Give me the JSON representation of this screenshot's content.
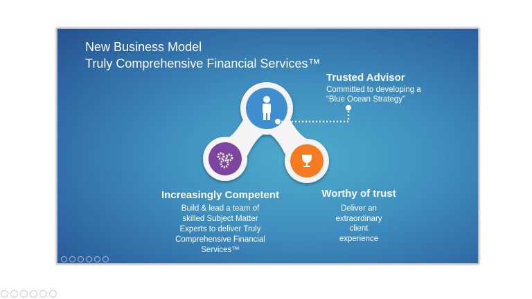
{
  "slide": {
    "title_line1": "New Business Model",
    "title_line2": "Truly Comprehensive Financial Services™",
    "trusted_advisor": {
      "heading": "Trusted Advisor",
      "desc_line1": "Committed to developing a",
      "desc_line2": "“Blue Ocean Strategy”",
      "icon": "person-icon",
      "color": "#3f8ecf"
    },
    "increasingly_competent": {
      "heading": "Increasingly Competent",
      "desc": [
        "Build & lead a team of",
        "skilled Subject Matter",
        "Experts to deliver Truly",
        "Comprehensive Financial",
        "Services™"
      ],
      "icon": "gears-icon",
      "color": "#7b45a0"
    },
    "worthy_of_trust": {
      "heading": "Worthy of trust",
      "desc": [
        "Deliver an",
        "extraordinary",
        "client",
        "experience"
      ],
      "icon": "trophy-icon",
      "color": "#f47b20"
    }
  },
  "controls": [
    "previous",
    "next",
    "pen",
    "slides",
    "zoom",
    "more"
  ]
}
